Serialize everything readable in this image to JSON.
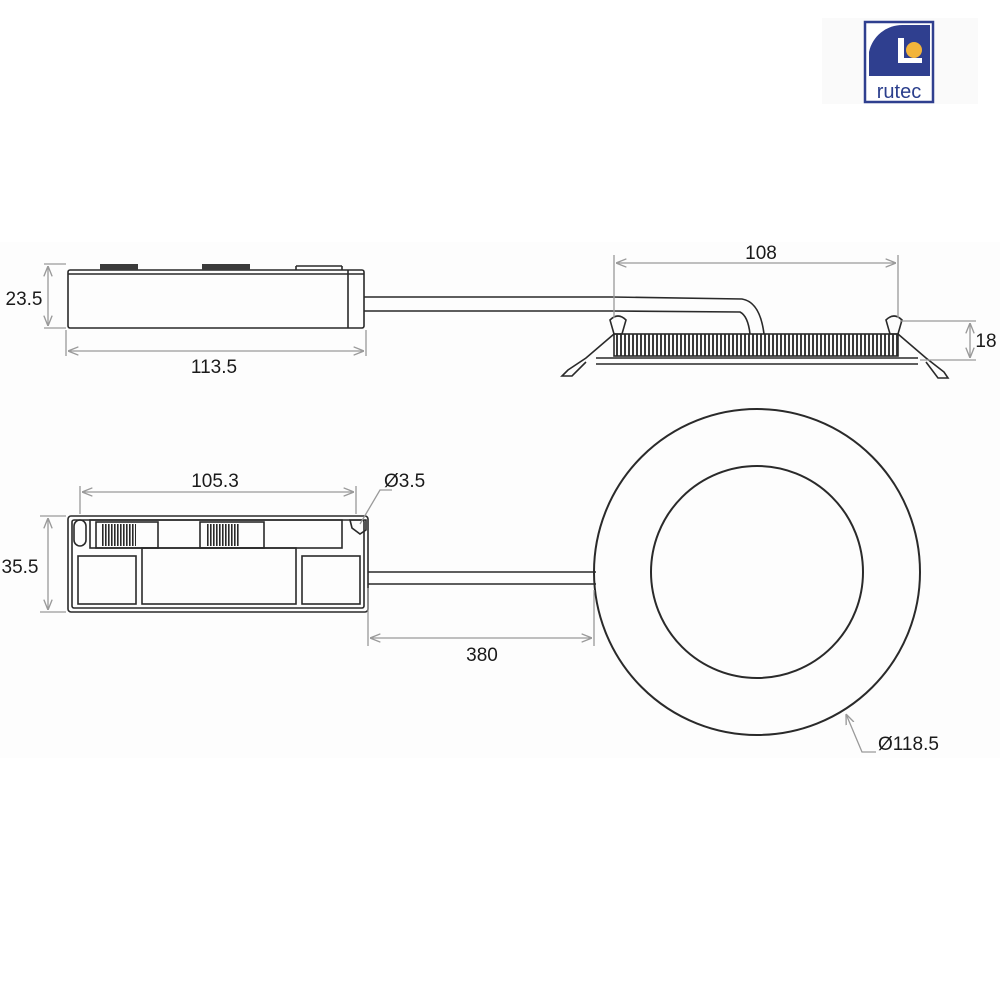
{
  "brand": {
    "name": "rutec",
    "colors": {
      "primary": "#2f3f8f",
      "accent": "#f2b43b"
    }
  },
  "dimensions": {
    "driver_height": "23.5",
    "driver_length": "113.5",
    "lamp_cutout": "108",
    "lamp_height": "18",
    "hole_spacing": "105.3",
    "hole_diameter": "Ø3.5",
    "driver_width": "35.5",
    "cable_length": "380",
    "lamp_diameter": "Ø118.5"
  },
  "colors": {
    "line": "#2a2a2a",
    "dimension": "#9a9a9a"
  }
}
